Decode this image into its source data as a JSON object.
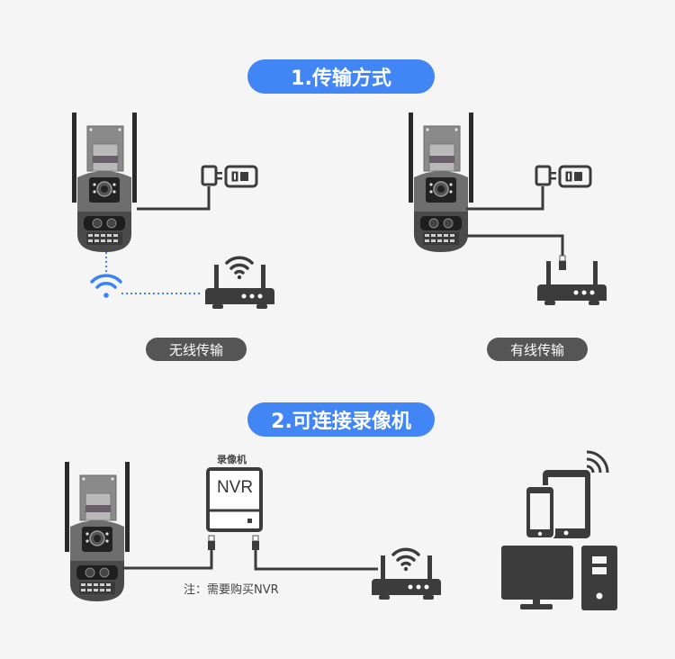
{
  "colors": {
    "background": "#f5f5f5",
    "section_pill": "#4285f4",
    "label_pill": "#555555",
    "icon": "#3c3c3c",
    "wifi_blue": "#3b82f6"
  },
  "sections": [
    {
      "title": "1.传输方式",
      "modes": [
        {
          "label": "无线传输",
          "connection": "wifi",
          "power_icon": "power-adapter-outlet",
          "network_icon": "wifi-router"
        },
        {
          "label": "有线传输",
          "connection": "ethernet-cable",
          "power_icon": "power-adapter-outlet",
          "network_icon": "router"
        }
      ]
    },
    {
      "title": "2.可连接录像机",
      "nvr": {
        "caption": "录像机",
        "device_text": "NVR"
      },
      "note": "注：需要购买NVR",
      "client_devices": [
        "phone-icon",
        "tablet-icon",
        "monitor-icon",
        "pc-tower-icon"
      ]
    }
  ]
}
